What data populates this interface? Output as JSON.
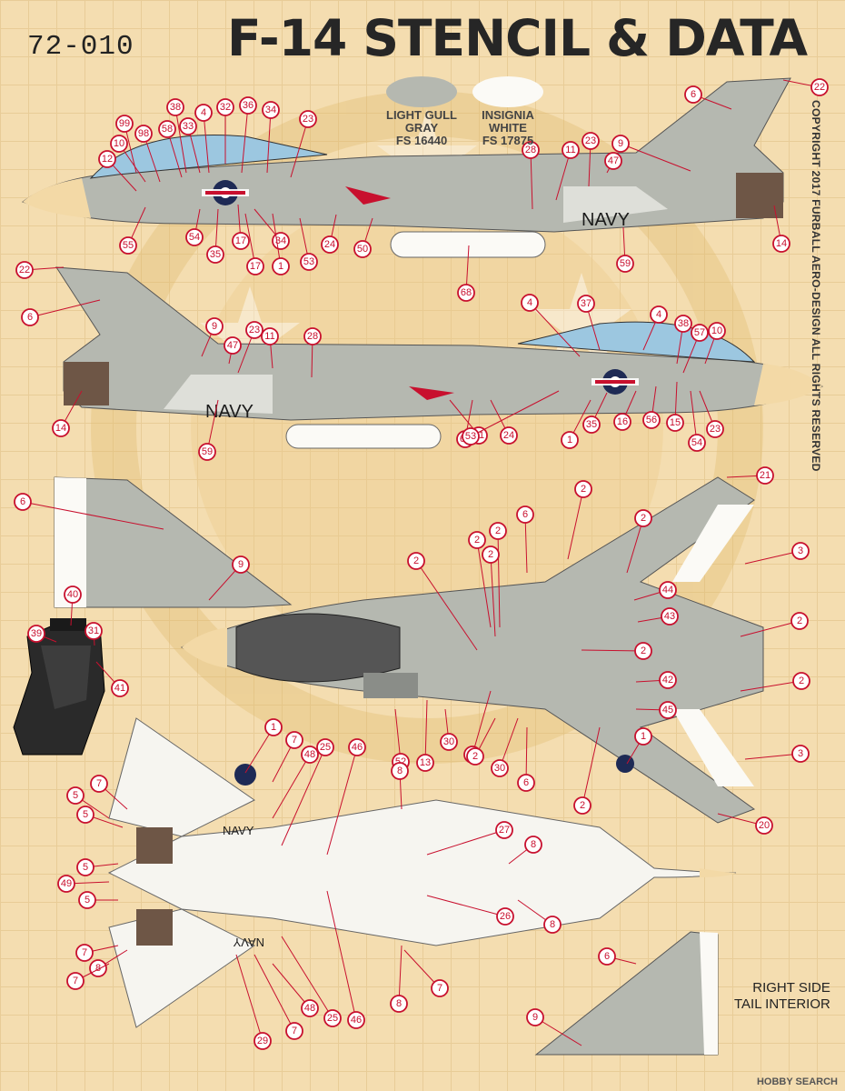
{
  "header": {
    "code": "72-010",
    "title": "F-14 STENCIL & DATA"
  },
  "colors": [
    {
      "name_line1": "LIGHT GULL",
      "name_line2": "GRAY",
      "fs": "FS 16440",
      "hex": "#b5b8b0"
    },
    {
      "name_line1": "INSIGNIA",
      "name_line2": "WHITE",
      "fs": "FS 17875",
      "hex": "#fbfaf6"
    }
  ],
  "copyright": "COPYRIGHT 2017 FURBALL AERO-DESIGN  ALL RIGHTS RESERVED",
  "tail_interior": {
    "line1": "RIGHT SIDE",
    "line2": "TAIL INTERIOR"
  },
  "navy_text": "NAVY",
  "watermark": "HOBBY SEARCH",
  "palette": {
    "gray": "#b5b8b0",
    "white": "#fbfaf6",
    "red": "#c8102e",
    "insignia_blue": "#1e2a55",
    "radome": "#f3d9a6",
    "canopy": "#9cc7e0",
    "exhaust": "#6e5646",
    "background": "#f4ddb0"
  },
  "callouts": [
    "22",
    "6",
    "9",
    "47",
    "11",
    "23",
    "28",
    "14",
    "59",
    "68",
    "99",
    "10",
    "98",
    "58",
    "12",
    "38",
    "33",
    "4",
    "32",
    "36",
    "34",
    "23",
    "55",
    "54",
    "17",
    "35",
    "34",
    "17",
    "1",
    "53",
    "24",
    "50",
    "22",
    "6",
    "9",
    "47",
    "23",
    "11",
    "28",
    "14",
    "59",
    "68",
    "4",
    "37",
    "4",
    "38",
    "57",
    "10",
    "51",
    "24",
    "53",
    "1",
    "35",
    "16",
    "56",
    "15",
    "54",
    "23",
    "6",
    "9",
    "40",
    "39",
    "31",
    "41",
    "21",
    "2",
    "2",
    "6",
    "2",
    "2",
    "2",
    "2",
    "3",
    "44",
    "43",
    "2",
    "2",
    "2",
    "42",
    "45",
    "2",
    "52",
    "13",
    "30",
    "2",
    "30",
    "6",
    "1",
    "3",
    "2",
    "20",
    "1",
    "7",
    "48",
    "25",
    "46",
    "8",
    "5",
    "7",
    "5",
    "49",
    "5",
    "5",
    "7",
    "8",
    "7",
    "27",
    "8",
    "26",
    "8",
    "7",
    "48",
    "25",
    "46",
    "29",
    "7",
    "8",
    "6",
    "9"
  ]
}
